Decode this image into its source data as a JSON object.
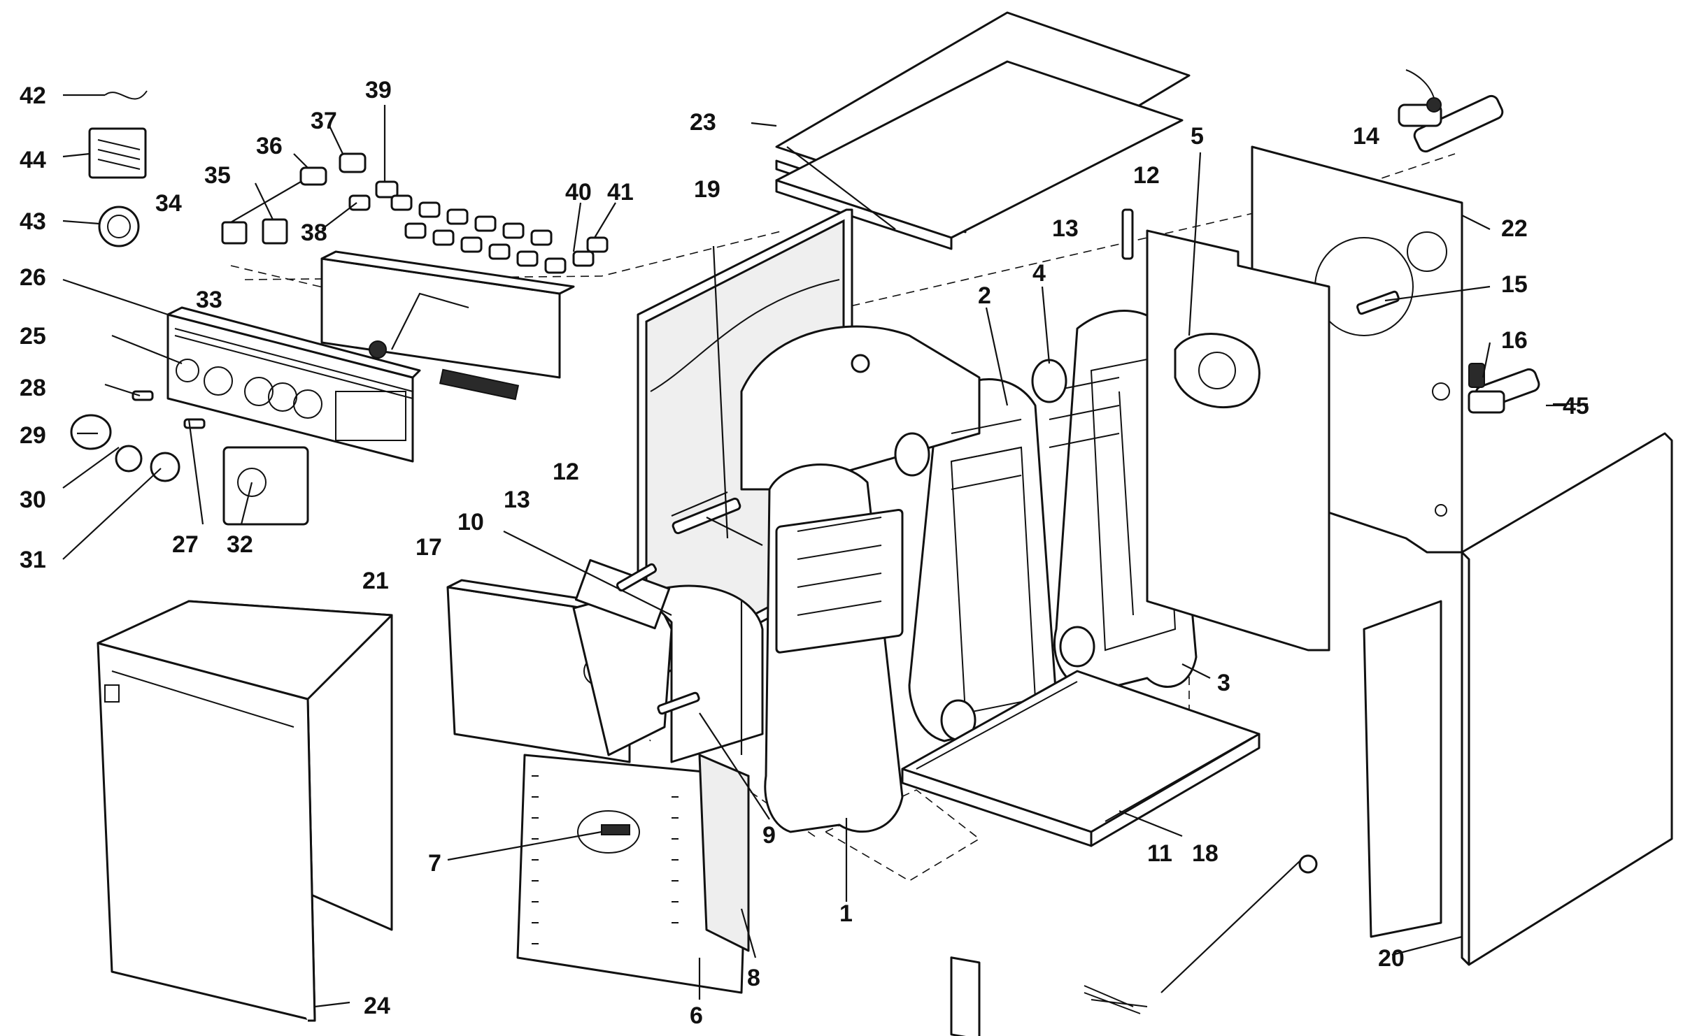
{
  "labels": [
    "1",
    "2",
    "3",
    "4",
    "5",
    "6",
    "7",
    "8",
    "9",
    "10",
    "11",
    "12",
    "13",
    "14",
    "15",
    "16",
    "17",
    "18",
    "19",
    "20",
    "21",
    "22",
    "23",
    "24",
    "25",
    "26",
    "27",
    "28",
    "29",
    "30",
    "31",
    "32",
    "33",
    "34",
    "35",
    "36",
    "37",
    "38",
    "39",
    "40",
    "41",
    "42",
    "43",
    "44",
    "45"
  ],
  "colors": {
    "ink": "#111111",
    "paper": "#ffffff",
    "shade": "#d9d9d9"
  }
}
